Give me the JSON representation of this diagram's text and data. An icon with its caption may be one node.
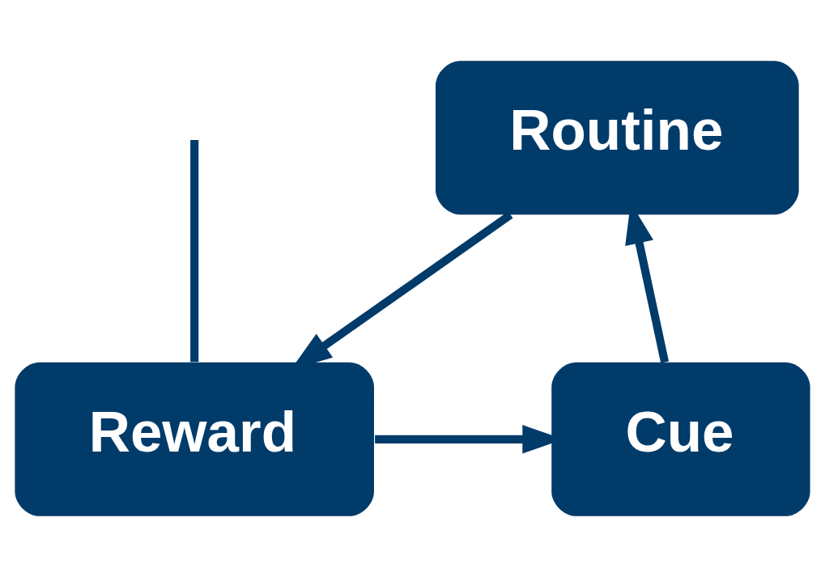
{
  "diagram": {
    "nodes": [
      {
        "text": [
          "Routine"
        ]
      },
      {
        "text": [
          "Cue"
        ]
      },
      {
        "text": [
          "Reward"
        ]
      }
    ],
    "edges": [
      {
        "from": 1,
        "to": 0,
        "arrow": "to"
      },
      {
        "from": 0,
        "to": 2,
        "arrow": "to"
      },
      {
        "from": 2,
        "to": 1,
        "arrow": "to"
      },
      {
        "from": null,
        "to": 2,
        "arrow": "none"
      }
    ]
  }
}
